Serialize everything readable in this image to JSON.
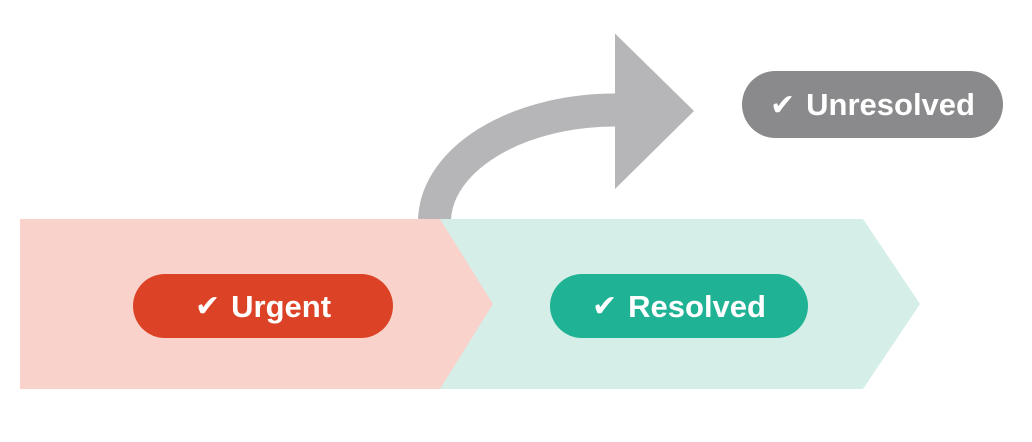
{
  "colors": {
    "background": "#ffffff",
    "urgent_band": "#f8d2cb",
    "urgent_pill": "#dc4326",
    "resolved_band": "#d5efe8",
    "resolved_pill": "#1fb294",
    "unresolved_pill": "#8a8a8c",
    "arrow": "#b6b6b9",
    "pill_text": "#ffffff"
  },
  "flow": {
    "check_icon": "✔",
    "urgent": {
      "label": "Urgent"
    },
    "resolved": {
      "label": "Resolved"
    },
    "unresolved": {
      "label": "Unresolved"
    }
  }
}
